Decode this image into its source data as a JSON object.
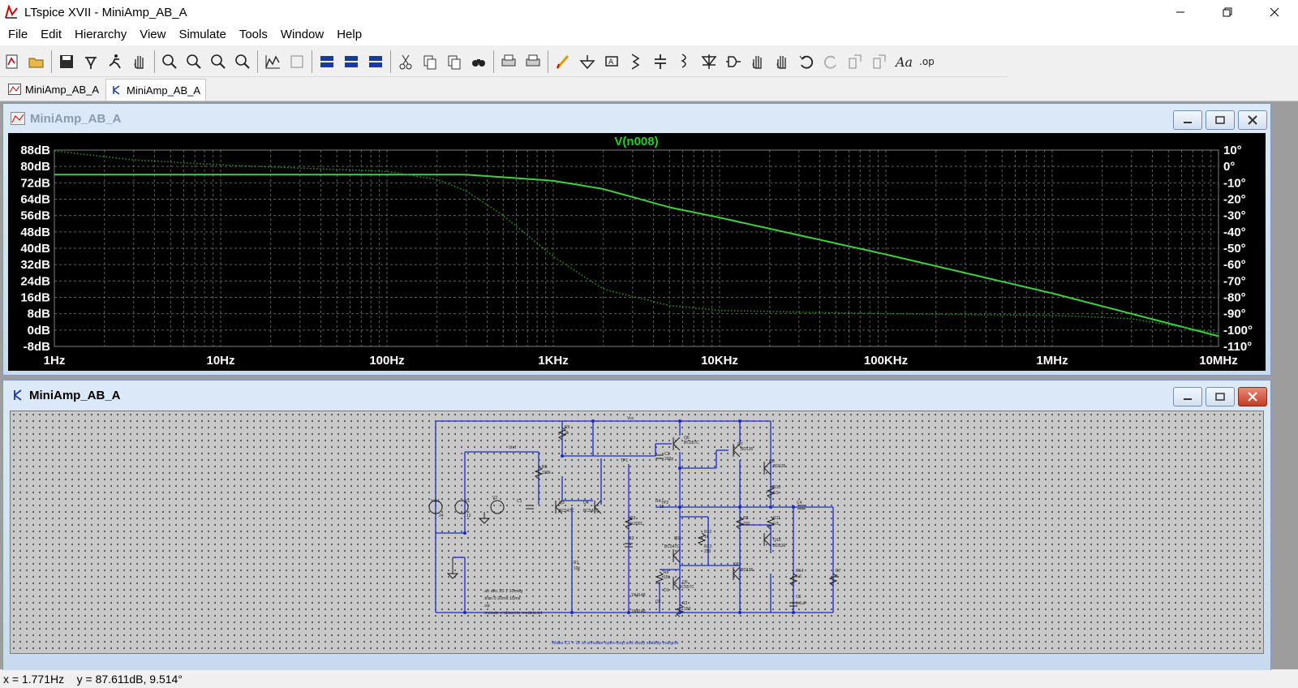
{
  "window": {
    "title": "LTspice XVII - MiniAmp_AB_A"
  },
  "menu": [
    "File",
    "Edit",
    "Hierarchy",
    "View",
    "Simulate",
    "Tools",
    "Window",
    "Help"
  ],
  "toolbar_icons": [
    "new-schematic-icon",
    "open-icon",
    "save-icon",
    "control-panel-icon",
    "run-icon",
    "halt-icon",
    "zoom-in-icon",
    "zoom-pan-icon",
    "zoom-out-icon",
    "zoom-fit-icon",
    "autorange-icon",
    "plot-settings-icon",
    "tile-horizontal-icon",
    "cascade-icon",
    "tile-vertical-icon",
    "cut-icon",
    "copy-icon",
    "paste-icon",
    "find-icon",
    "print-setup-icon",
    "print-icon",
    "draw-wire-icon",
    "ground-icon",
    "label-net-icon",
    "resistor-icon",
    "capacitor-icon",
    "inductor-icon",
    "diode-icon",
    "component-icon",
    "move-icon",
    "drag-icon",
    "undo-icon",
    "redo-icon",
    "rotate-icon",
    "mirror-icon",
    "text-icon",
    "spice-directive-icon"
  ],
  "tabs": [
    "MiniAmp_AB_A",
    "MiniAmp_AB_A"
  ],
  "plot_window": {
    "title": "MiniAmp_AB_A"
  },
  "schematic_window": {
    "title": "MiniAmp_AB_A"
  },
  "chart_data": {
    "type": "line",
    "title": "V(n008)",
    "xscale": "log",
    "xlim": [
      1,
      10000000
    ],
    "x_ticks": [
      "1Hz",
      "10Hz",
      "100Hz",
      "1KHz",
      "10KHz",
      "100KHz",
      "1MHz",
      "10MHz"
    ],
    "ylim_left": [
      -8,
      88
    ],
    "y_ticks_left": [
      "88dB",
      "80dB",
      "72dB",
      "64dB",
      "56dB",
      "48dB",
      "40dB",
      "32dB",
      "24dB",
      "16dB",
      "8dB",
      "0dB",
      "-8dB"
    ],
    "ylim_right": [
      -110,
      10
    ],
    "y_ticks_right": [
      "10°",
      "0°",
      "-10°",
      "-20°",
      "-30°",
      "-40°",
      "-50°",
      "-60°",
      "-70°",
      "-80°",
      "-90°",
      "-100°",
      "-110°"
    ],
    "grid": true,
    "series": [
      {
        "style": "solid",
        "axis": "left",
        "color": "#3cd23c",
        "x": [
          1,
          10,
          100,
          300,
          1000,
          2000,
          5000,
          10000,
          100000,
          1000000,
          10000000
        ],
        "y": [
          76,
          76,
          76,
          76,
          73,
          69,
          60,
          55,
          37,
          18,
          -3
        ]
      },
      {
        "style": "dotted",
        "axis": "right",
        "color": "#1aa01a",
        "x": [
          1,
          3,
          10,
          30,
          100,
          200,
          300,
          500,
          1000,
          2000,
          5000,
          10000,
          100000,
          1000000,
          3000000,
          10000000
        ],
        "y": [
          9.5,
          4,
          1,
          -1,
          -3,
          -8,
          -15,
          -30,
          -55,
          -75,
          -85,
          -88,
          -90,
          -91,
          -93,
          -102
        ]
      }
    ]
  },
  "schematic": {
    "labels": [
      "Vcc",
      "Vref",
      "TP1",
      "TP2",
      "R9",
      "3k",
      "R6",
      "100k",
      "Q3",
      "Q4",
      "BC547C",
      "BC547C",
      "Q6",
      "BC557C",
      "C2",
      "200p",
      "Q7",
      "BD135",
      "Q9",
      "BD135",
      "R10",
      "0.5",
      "R4",
      "5k",
      "C4",
      "R3",
      "0.0001",
      "C3",
      "R8",
      "220",
      "R11",
      "0.5",
      "R12",
      "1k",
      "R13",
      "250",
      "Q11",
      "BC547C",
      "Q10",
      "BD136",
      "Q8",
      "BD136",
      "Vcc1",
      "24",
      "V1",
      "12",
      "V2",
      "C1",
      "R1",
      "10k",
      "R5",
      "15k",
      "D1",
      "1N4148",
      "D2",
      "1N4148",
      "Q5",
      "BC557C",
      "R2",
      "150",
      "R14",
      "5.6",
      "C5",
      "0.1uF",
      "R7",
      "8"
    ],
    "directives": [
      ".ac dec 20 1 10meg",
      ".tran 0 20ms 16ms",
      ".op",
      ".include c:\\discrete models.txt"
    ],
    "note": ". Make C1 = 1F to simulate open-loop and study stability margins"
  },
  "status": {
    "readout": "x = 1.771Hz    y = 87.611dB, 9.514°"
  }
}
